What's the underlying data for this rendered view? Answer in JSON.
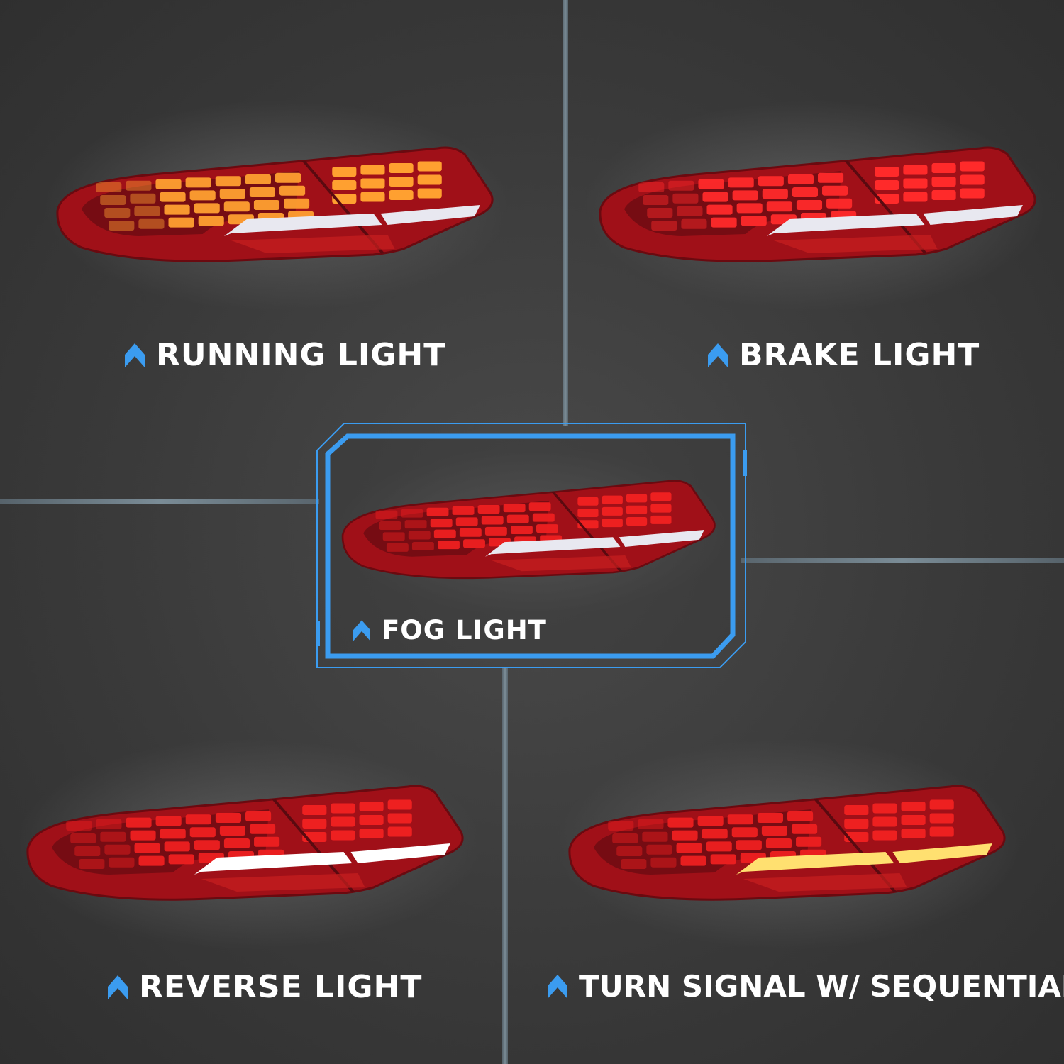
{
  "panels": [
    {
      "id": "running",
      "label": "RUNNING LIGHT",
      "grid_color": "#ffa030",
      "strip_color": "#e8e8f0"
    },
    {
      "id": "brake",
      "label": "BRAKE LIGHT",
      "grid_color": "#ff2a2a",
      "strip_color": "#e8e8f0"
    },
    {
      "id": "fog",
      "label": "FOG LIGHT",
      "grid_color": "#ee2020",
      "strip_color": "#e8e8f0"
    },
    {
      "id": "reverse",
      "label": "REVERSE LIGHT",
      "grid_color": "#ee2020",
      "strip_color": "#ffffff"
    },
    {
      "id": "turn",
      "label": "TURN SIGNAL W/ SEQUENTIAL",
      "grid_color": "#ee2020",
      "strip_color": "#ffe070"
    }
  ],
  "colors": {
    "accent": "#3b9cf0",
    "housing": "#a01018",
    "background": "#3a3a3a",
    "text": "#ffffff"
  },
  "icons": {
    "label_marker": "chevron-up-icon"
  }
}
